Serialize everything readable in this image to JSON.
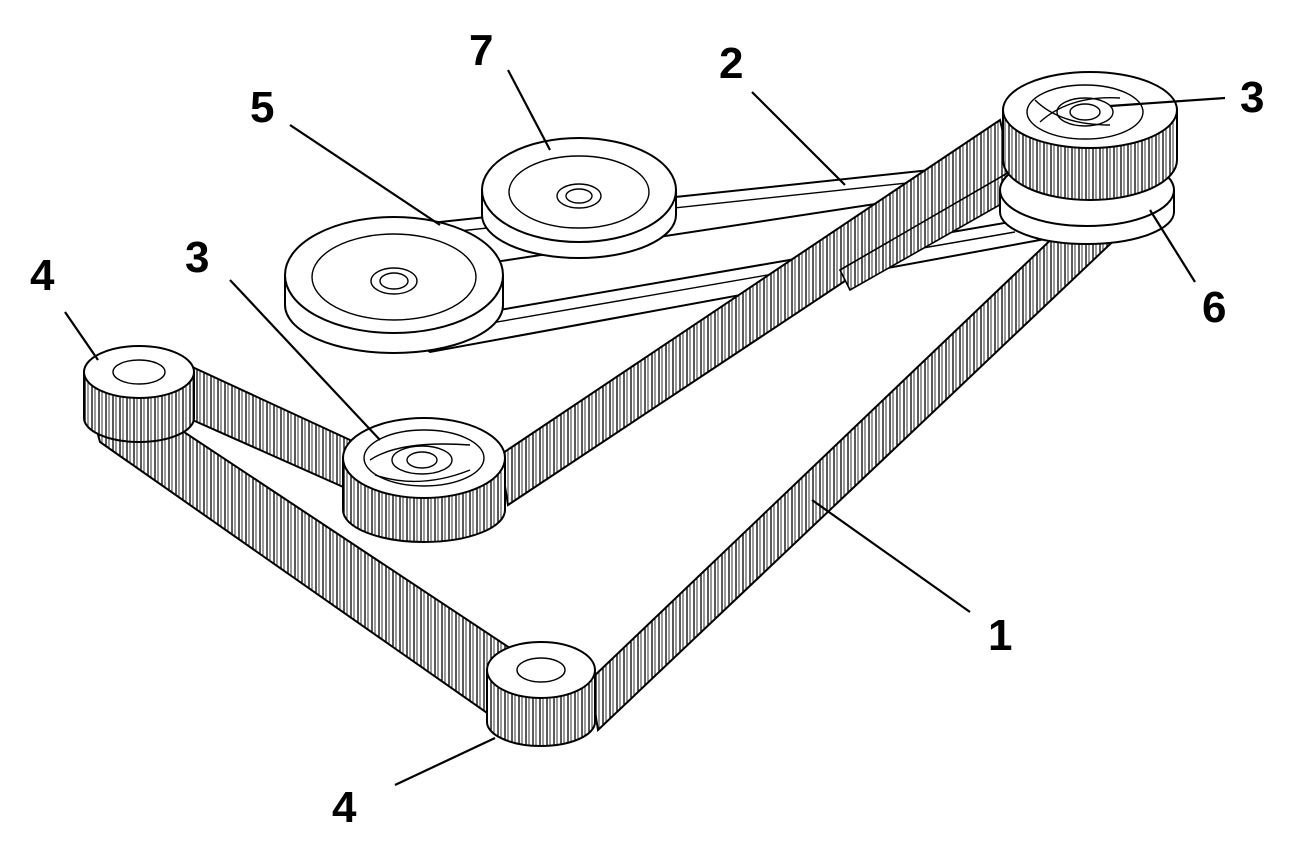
{
  "figure": {
    "background": "#ffffff",
    "line_color": "#000000",
    "labels": {
      "timing_belt": "1",
      "v_belt": "2",
      "driven_pulley_upper": "3",
      "driven_pulley_lower": "3",
      "idler_left": "4",
      "idler_bottom": "4",
      "drive_pulley": "5",
      "lower_pulley_right": "6",
      "upper_pulley": "7"
    }
  }
}
